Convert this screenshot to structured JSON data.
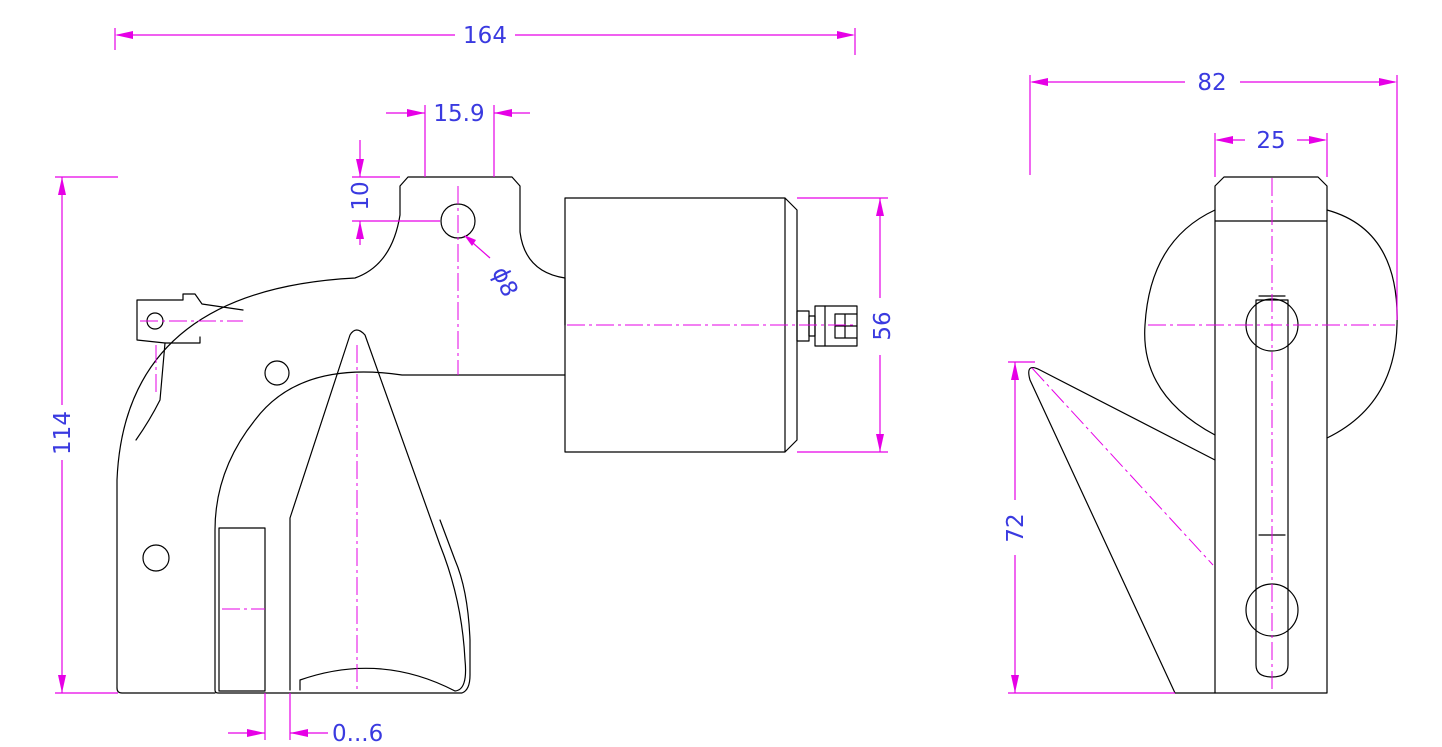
{
  "colors": {
    "outline": "#000000",
    "dimension": "#e600e6",
    "dimension_text": "#3a3ae0",
    "background": "#ffffff"
  },
  "dimensions": {
    "overall_width": "164",
    "mount_width": "15.9",
    "mount_height": "10",
    "hole_diameter": "ϕ8",
    "overall_height": "114",
    "cylinder_height": "56",
    "gap": "0...6",
    "side_width": "82",
    "side_bar_width": "25",
    "side_blade_height": "72"
  }
}
